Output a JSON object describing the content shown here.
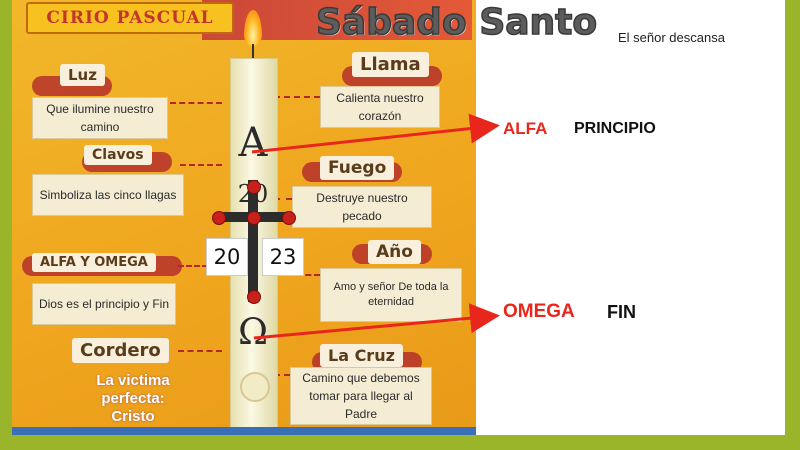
{
  "poster": {
    "header": "CIRIO PASCUAL",
    "candle": {
      "alpha": "A",
      "omega": "Ω",
      "year_top": "20",
      "year_left": "20",
      "year_right": "23"
    },
    "items": [
      {
        "tag": "Luz",
        "desc": "Que ilumine nuestro camino"
      },
      {
        "tag": "Clavos",
        "desc": "Simboliza las cinco llagas"
      },
      {
        "tag": "ALFA Y OMEGA",
        "desc": "Dios es el principio y Fin"
      },
      {
        "tag": "Cordero",
        "desc": "La victima perfecta: Cristo"
      },
      {
        "tag": "Llama",
        "desc": "Calienta nuestro corazón"
      },
      {
        "tag": "Fuego",
        "desc": "Destruye nuestro pecado"
      },
      {
        "tag": "Año",
        "desc": "Amo y señor De toda la eternidad"
      },
      {
        "tag": "La Cruz",
        "desc": "Camino que debemos tomar para llegar al Padre"
      }
    ]
  },
  "title": "Sábado Santo",
  "subtitle": "El señor descansa",
  "annotations": [
    {
      "term": "ALFA",
      "meaning": "PRINCIPIO"
    },
    {
      "term": "OMEGA",
      "meaning": "FIN"
    }
  ],
  "colors": {
    "accent_red": "#e8261c",
    "poster_bg": "#f0a61f",
    "frame": "#9bb52a"
  }
}
